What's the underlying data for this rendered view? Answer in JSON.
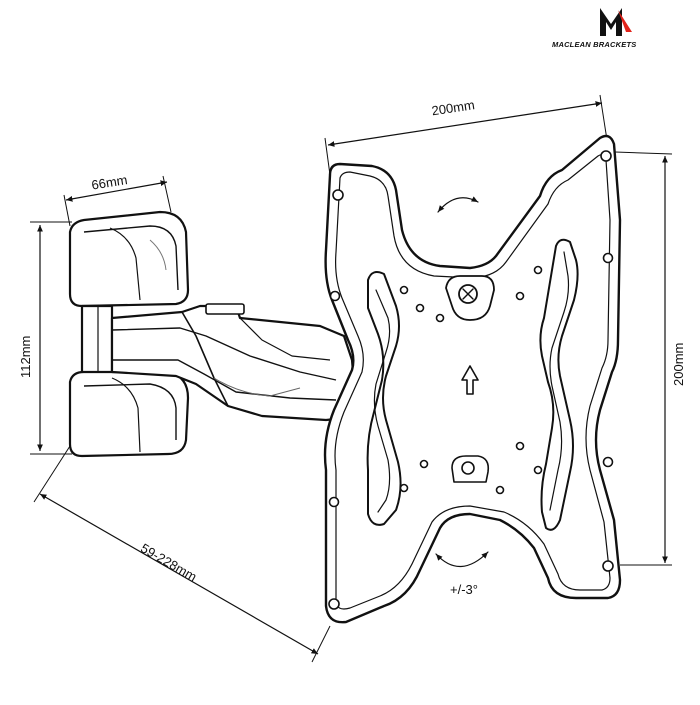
{
  "brand": {
    "name": "MACLEAN BRACKETS",
    "logo_mark": "M"
  },
  "dimensions": {
    "plate_width": "200mm",
    "plate_height": "200mm",
    "arm_width": "66mm",
    "arm_height": "112mm",
    "arm_reach": "59-228mm",
    "tilt_range": "+/-3°"
  },
  "colors": {
    "line": "#111111",
    "logo_red": "#e2231a",
    "shade": "#d9d9d9"
  }
}
